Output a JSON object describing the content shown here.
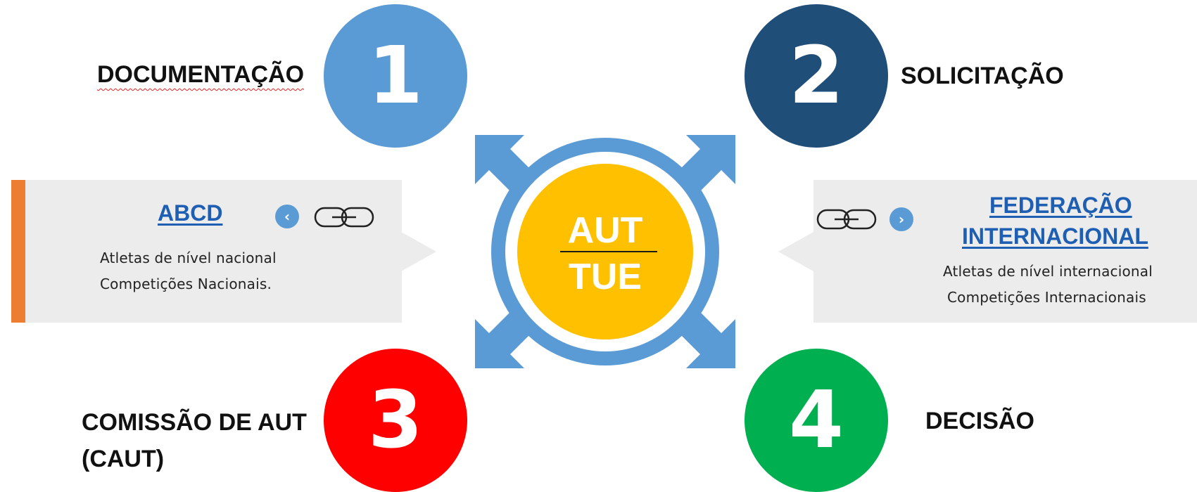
{
  "hub": {
    "top": "AUT",
    "bottom": "TUE"
  },
  "steps": [
    {
      "number": "1",
      "label": "DOCUMENTAÇÃO",
      "color": "#5b9bd5"
    },
    {
      "number": "2",
      "label": "SOLICITAÇÃO",
      "color": "#1f4e79"
    },
    {
      "number": "3",
      "label_line1": "COMISSÃO DE AUT",
      "label_line2": "(CAUT)",
      "color": "#ff0000"
    },
    {
      "number": "4",
      "label": "DECISÃO",
      "color": "#00b050"
    }
  ],
  "left_panel": {
    "title": "ABCD",
    "line1": "Atletas de nível nacional",
    "line2": "Competições Nacionais.",
    "nav_icon": "chevron-left-icon",
    "link_icon": "link-icon",
    "accent_color": "#ed7d31"
  },
  "right_panel": {
    "title_line1": "FEDERAÇÃO",
    "title_line2": "INTERNACIONAL",
    "line1": "Atletas de nível internacional",
    "line2": "Competições Internacionais",
    "nav_icon": "chevron-right-icon",
    "link_icon": "link-icon"
  },
  "nav_glyphs": {
    "prev": "‹",
    "next": "›"
  },
  "colors": {
    "hub_fill": "#ffc000",
    "hub_ring": "#5b9bd5",
    "link_title": "#1f5fb3",
    "panel_bg": "#ececec"
  }
}
